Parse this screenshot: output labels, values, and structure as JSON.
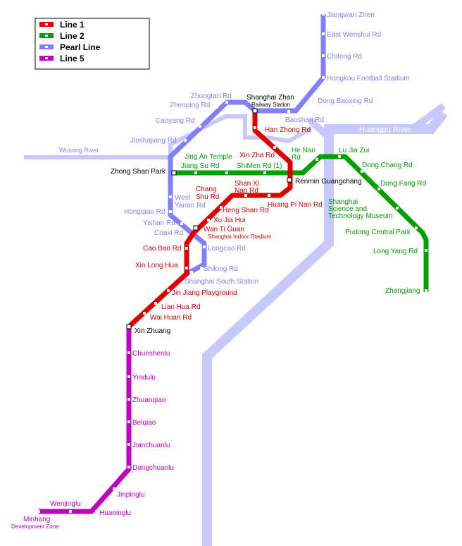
{
  "legend": {
    "items": [
      {
        "label": "Line 1",
        "color": "#e00000"
      },
      {
        "label": "Line 2",
        "color": "#00a000"
      },
      {
        "label": "Pearl Line",
        "color": "#8080ff"
      },
      {
        "label": "Line 5",
        "color": "#c000c0"
      }
    ]
  },
  "rivers": {
    "huangpu": "Huangpu River",
    "wusong": "Wusong River"
  },
  "colors": {
    "line1": "#e00000",
    "line2": "#00a000",
    "pearl": "#8080ff",
    "line5": "#c000c0",
    "river": "#c8c8ff"
  },
  "stations": {
    "line1": [
      "Shanghai Zhan",
      "Railway Station",
      "Han Zhong Rd",
      "Xin Zha Rd",
      "Renmin Guangchang",
      "Huang Pi Nan Rd",
      "Shan Xi Nan Rd",
      "Chang Shu Rd",
      "Heng Shan Rd",
      "Xu Jia Hui",
      "Shanghai Indoor Stadium",
      "Cao Bao Rd",
      "Xin Long Hua",
      "Shanghai South Station",
      "Jin Jiang Playground",
      "Lian Hua Rd",
      "Wai Huan Rd",
      "Xin Zhuang"
    ],
    "line2": [
      "Zhong Shan Park",
      "Jiang Su Rd",
      "Jing An Temple",
      "ShiMen Rd (1)",
      "He Nan Rd",
      "Lu Jia Zui",
      "Dong Chang Rd",
      "Dong Fang Rd",
      "Shanghai Science and Technology Museum",
      "Pudong Central Park",
      "Long Yang Rd",
      "Zhangjiang"
    ],
    "pearl": [
      "Jiangwan Zhen",
      "East Wenshui Rd",
      "Chifeng Rd",
      "Hongkou Football Stadium",
      "Dong Baoxing Rd",
      "Baoshan Rd",
      "Zhongtan Rd",
      "Zhenping Rd",
      "Caoyang Rd",
      "Jinshajiang Rd",
      "West Yanan Rd",
      "Hongqiao Rd",
      "Yishan Rd",
      "Coaxi Rd",
      "Wan Ti Guan",
      "Longcao Rd",
      "Shilong Rd"
    ],
    "line5": [
      "Chunshenlu",
      "Yindulu",
      "Zhuanqiao",
      "Beiqiao",
      "Jianchuanlu",
      "Dongchuanlu",
      "Jinpinglu",
      "Huaninglu",
      "Wenjinglu",
      "Minhang",
      "Development Zone"
    ]
  }
}
